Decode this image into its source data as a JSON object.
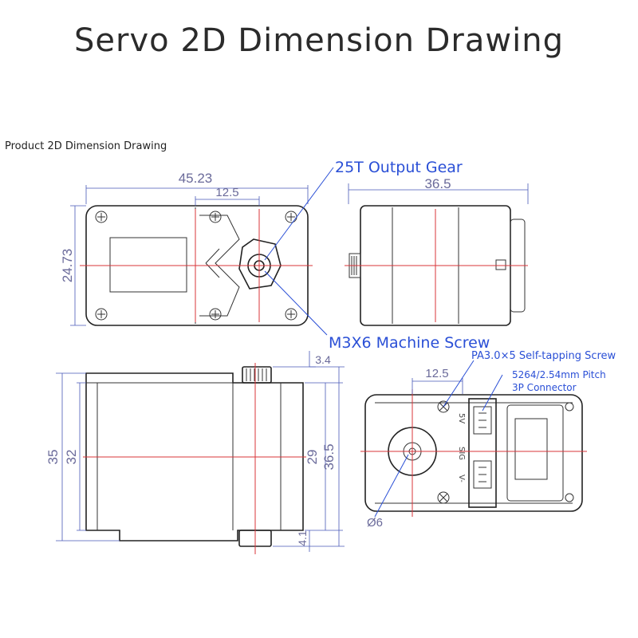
{
  "title": "Servo 2D Dimension Drawing",
  "subtitle": "Product 2D Dimension Drawing",
  "dimensions": {
    "top_width": "45.23",
    "top_horn_offset": "12.5",
    "top_height": "24.73",
    "side_width": "36.5",
    "front_height_total": "35",
    "front_height_body": "32",
    "front_right_29": "29",
    "front_right_36_5": "36.5",
    "front_top_3_4": "3.4",
    "front_bottom_4_1": "4.1",
    "bottom_horn_offset": "12.5",
    "bottom_diameter": "Ø6"
  },
  "callouts": {
    "output_gear": "25T Output Gear",
    "machine_screw": "M3X6 Machine Screw",
    "self_tapping": "PA3.0×5 Self-tapping Screw",
    "connector_line1": "5264/2.54mm Pitch",
    "connector_line2": "3P Connector"
  },
  "pins": [
    "5V",
    "SIG",
    "V-"
  ],
  "colors": {
    "outline": "#222222",
    "centerline": "#d9343a",
    "dimension": "#6a6a9a",
    "callout": "#2a4fd6"
  }
}
